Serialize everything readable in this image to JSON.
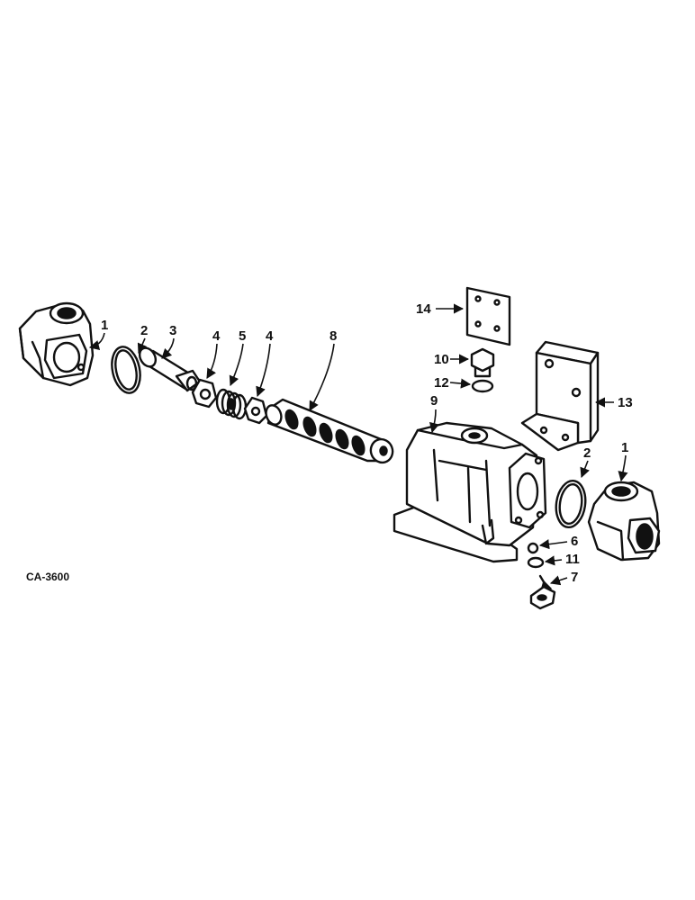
{
  "diagram_code": "CA-3600",
  "callouts": {
    "c1_left": "1",
    "c2_left": "2",
    "c3": "3",
    "c4_left": "4",
    "c5": "5",
    "c4_right": "4",
    "c8": "8",
    "c9": "9",
    "c10": "10",
    "c12": "12",
    "c13": "13",
    "c14": "14",
    "c2_right": "2",
    "c1_right": "1",
    "c6": "6",
    "c11": "11",
    "c7": "7"
  }
}
